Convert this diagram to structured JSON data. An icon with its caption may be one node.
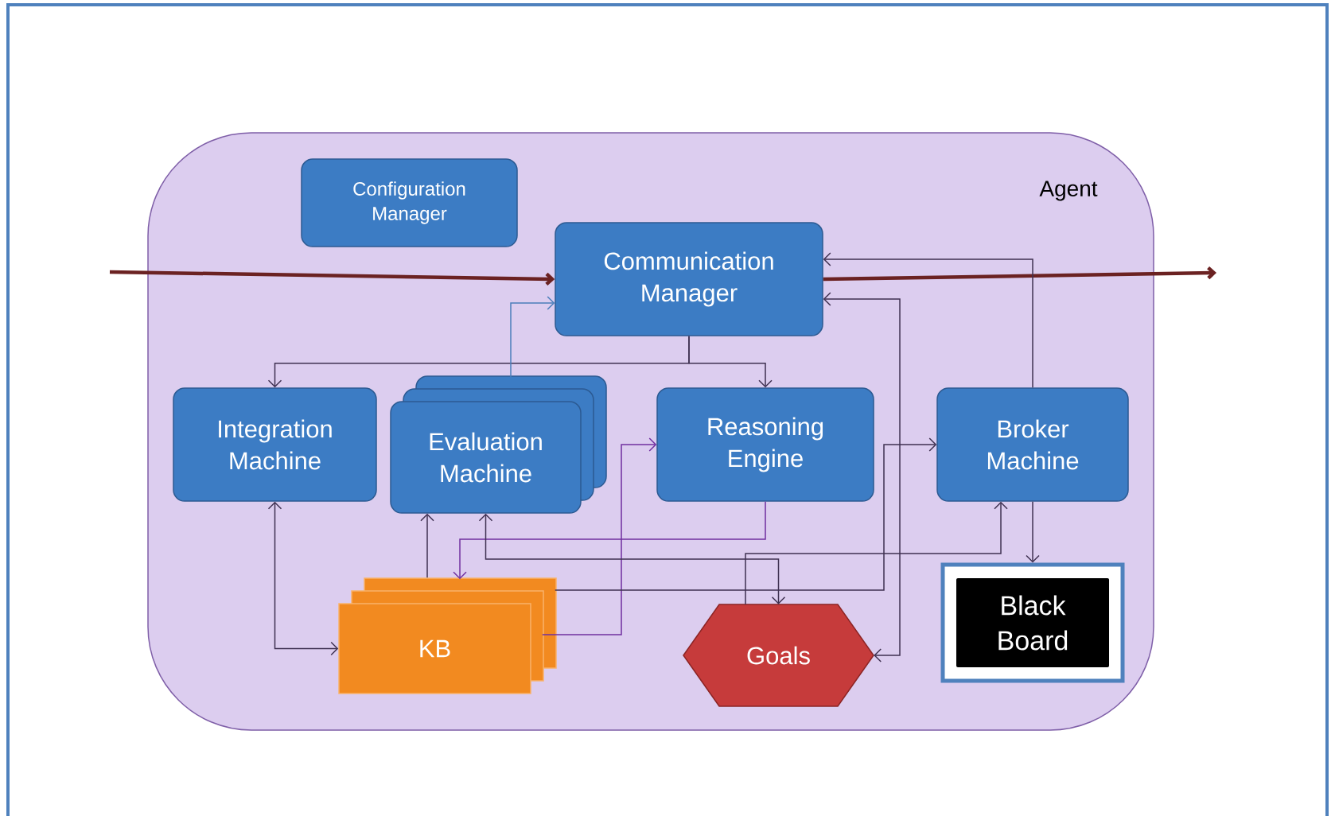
{
  "diagram": {
    "nodes": [
      {
        "text": [
          "Agent"
        ]
      },
      {
        "text": [
          "Configuration Manager"
        ],
        "in": 0
      },
      {
        "text": [
          "Communication Manager"
        ],
        "in": 0
      },
      {
        "text": [
          "Integration Machine"
        ],
        "in": 0
      },
      {
        "text": [
          "Evaluation Machine"
        ],
        "in": 0
      },
      {
        "text": [
          "Reasoning Engine"
        ],
        "in": 0
      },
      {
        "text": [
          "Broker Machine"
        ],
        "in": 0
      },
      {
        "text": [
          "KB"
        ],
        "in": 0
      },
      {
        "text": [
          "Goals"
        ],
        "in": 0
      },
      {
        "text": [
          "Black Board"
        ],
        "in": 0
      }
    ],
    "edges": [
      {
        "from": null,
        "to": 2,
        "arrow": "to",
        "style": "thick",
        "color": "#6b2222"
      },
      {
        "from": 2,
        "to": null,
        "arrow": "to",
        "style": "thick",
        "color": "#6b2222"
      },
      {
        "from": 2,
        "to": 3,
        "arrow": "to"
      },
      {
        "from": 2,
        "to": 5,
        "arrow": "to"
      },
      {
        "from": 4,
        "to": 2,
        "arrow": "to",
        "color": "#4a7ebb"
      },
      {
        "from": 6,
        "to": 2,
        "arrow": "to"
      },
      {
        "from": 2,
        "to": 8,
        "arrow": "both"
      },
      {
        "from": 3,
        "to": 7,
        "arrow": "both"
      },
      {
        "from": 7,
        "to": 4,
        "arrow": "to"
      },
      {
        "from": 5,
        "to": 7,
        "arrow": "to",
        "color": "#7030a0"
      },
      {
        "from": 7,
        "to": 5,
        "arrow": "to",
        "color": "#7030a0"
      },
      {
        "from": 4,
        "to": 8,
        "arrow": "both"
      },
      {
        "from": 8,
        "to": 6,
        "arrow": "to"
      },
      {
        "from": 7,
        "to": 6,
        "arrow": "to"
      },
      {
        "from": 6,
        "to": 9,
        "arrow": "to"
      }
    ]
  }
}
